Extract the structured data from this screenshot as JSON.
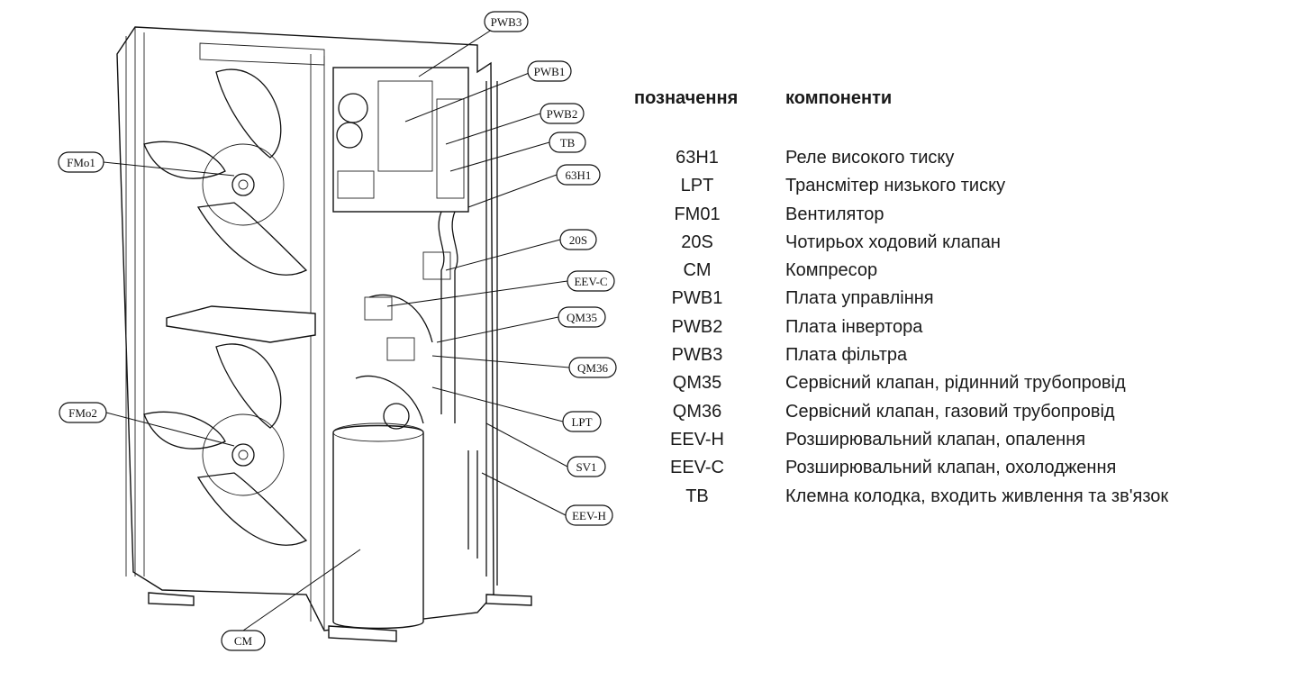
{
  "legend": {
    "header_code": "позначення",
    "header_component": "компоненти",
    "rows": [
      {
        "code": "63H1",
        "description": "Реле високого тиску"
      },
      {
        "code": "LPT",
        "description": "Трансмітер низького тиску"
      },
      {
        "code": "FM01",
        "description": "Вентилятор"
      },
      {
        "code": "20S",
        "description": "Чотирьох ходовий клапан"
      },
      {
        "code": "CM",
        "description": "Компресор"
      },
      {
        "code": "PWB1",
        "description": "Плата управління"
      },
      {
        "code": "PWB2",
        "description": "Плата інвертора"
      },
      {
        "code": "PWB3",
        "description": "Плата фільтра"
      },
      {
        "code": "QM35",
        "description": "Сервісний клапан, рідинний трубопровід"
      },
      {
        "code": "QM36",
        "description": "Сервісний клапан, газовий трубопровід"
      },
      {
        "code": "EEV-H",
        "description": "Розширювальний клапан, опалення"
      },
      {
        "code": "EEV-C",
        "description": "Розширювальний клапан, охолодження"
      },
      {
        "code": "TB",
        "description": "Клемна колодка, входить живлення та зв'язок"
      }
    ]
  },
  "callouts": {
    "pwb3": "PWB3",
    "pwb1": "PWB1",
    "pwb2": "PWB2",
    "tb": "TB",
    "h63h1": "63H1",
    "fmo1": "FMo1",
    "s20s": "20S",
    "eevc": "EEV-C",
    "qm35": "QM35",
    "qm36": "QM36",
    "fmo2": "FMo2",
    "lpt": "LPT",
    "sv1": "SV1",
    "eevh": "EEV-H",
    "cm": "CM"
  }
}
